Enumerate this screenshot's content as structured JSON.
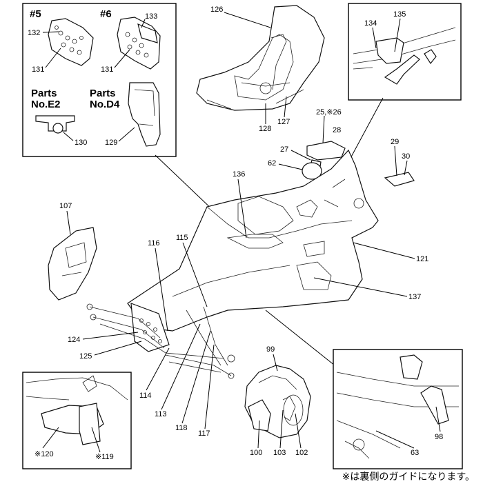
{
  "insets": {
    "variants": {
      "v5": "#5",
      "v6": "#6",
      "parts_e2_line1": "Parts",
      "parts_e2_line2": "No.E2",
      "parts_d4_line1": "Parts",
      "parts_d4_line2": "No.D4"
    }
  },
  "labels": {
    "l132": "132",
    "l131a": "131",
    "l133": "133",
    "l131b": "131",
    "l130": "130",
    "l129": "129",
    "l126": "126",
    "l128": "128",
    "l127": "127",
    "l134": "134",
    "l135": "135",
    "l25": "25,※26",
    "l28": "28",
    "l27": "27",
    "l62": "62",
    "l29": "29",
    "l30": "30",
    "l107": "107",
    "l136": "136",
    "l116": "116",
    "l115": "115",
    "l121": "121",
    "l137": "137",
    "l124": "124",
    "l125": "125",
    "l114": "114",
    "l113": "113",
    "l118": "118",
    "l117": "117",
    "l99": "99",
    "l100": "100",
    "l103": "103",
    "l102": "102",
    "l98": "98",
    "l63": "63",
    "l120": "※120",
    "l119": "※119"
  },
  "footer": {
    "note": "※は裏側のガイドになります。"
  }
}
